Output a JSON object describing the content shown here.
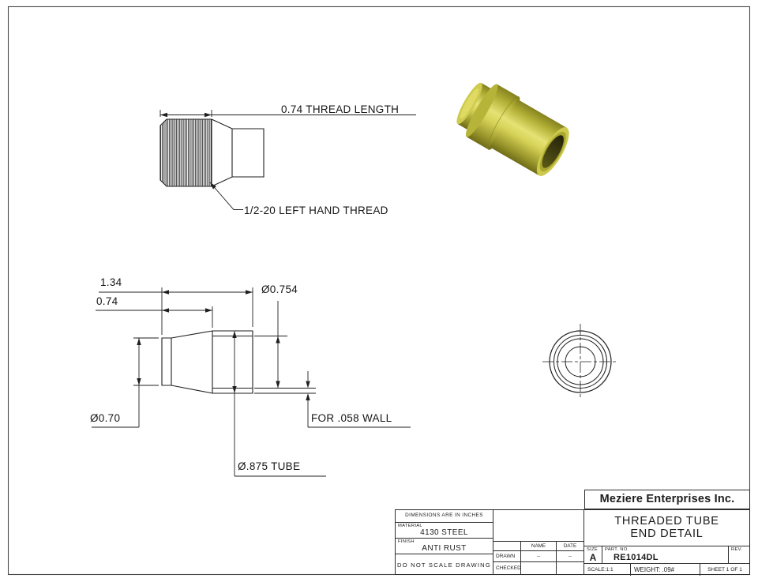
{
  "sheet": {
    "background": "#ffffff",
    "border_color": "#4a4a4a",
    "line_color": "#1f1f1f"
  },
  "views": {
    "top": {
      "thread_length_dim": "0.74 THREAD LENGTH",
      "thread_note": "1/2-20 LEFT HAND THREAD"
    },
    "front": {
      "overall_length_dim": "1.34",
      "thread_length_dim": "0.74",
      "inner_dia_dim": "Ø0.754",
      "small_end_dia_dim": "Ø0.70",
      "wall_note": "FOR .058 WALL",
      "tube_dia_note": "Ø.875 TUBE"
    },
    "render_colors": {
      "body": "#d6d257",
      "highlight": "#e6e274",
      "shadow": "#85821f",
      "bore": "#23220a"
    }
  },
  "title_block": {
    "company": "Meziere Enterprises Inc.",
    "drawing_title_line1": "THREADED TUBE",
    "drawing_title_line2": "END DETAIL",
    "dimensions_note": "DIMENSIONS ARE IN INCHES",
    "material_label": "MATERIAL",
    "material_value": "4130 STEEL",
    "finish_label": "FINISH",
    "finish_value": "ANTI RUST",
    "do_not_scale": "DO NOT SCALE DRAWING",
    "name_header": "NAME",
    "date_header": "DATE",
    "drawn_label": "DRAWN",
    "drawn_name": "--",
    "drawn_date": "--",
    "checked_label": "CHECKED",
    "checked_name": "",
    "checked_date": "",
    "size_label": "SIZE",
    "size_value": "A",
    "part_no_label": "PART. NO.",
    "part_no_value": "RE1014DL",
    "rev_label": "REV.",
    "scale_text": "SCALE:1:1",
    "weight_text": "WEIGHT: .09#",
    "sheet_text": "SHEET 1 OF 1"
  }
}
